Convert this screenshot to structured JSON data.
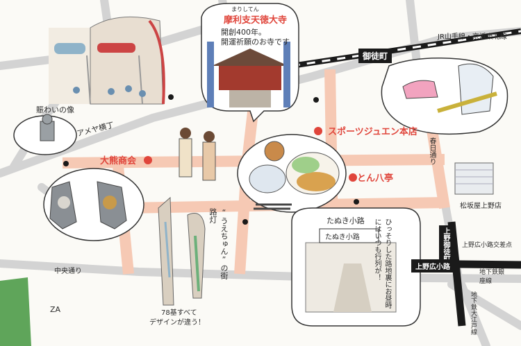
{
  "labels": {
    "temple_name": "摩利支天徳大寺",
    "temple_ruby": "まりしてん",
    "temple_desc1": "開創400年。",
    "temple_desc2": "開運祈願のお寺です",
    "jr_line": "JR山手線・京浜東北線",
    "okachimachi": "御徒町",
    "ameyoko": "アメヤ横丁",
    "statue": "賑わいの像",
    "daikumi": "大熊商会",
    "sports": "スポーツジュエン本店",
    "kasuga": "春日通り",
    "tonhachi": "とん八亭",
    "matsuzakaya": "松坂屋上野店",
    "tanuki": "たぬき小路",
    "tanuki_sign": "たぬき小路",
    "tanuki_desc": "ひっそりした路地裏にお昼時にはいつも行列が！",
    "uechun": "“うえちゅん”の街路灯",
    "lamp_note1": "78基すべて",
    "lamp_note2": "デザインが違う！",
    "chuo": "中央通り",
    "ueno_okachimachi": "上野御徒町",
    "ueno_hirokoji_crossing": "上野広小路交差点",
    "ueno_hirokoji": "上野広小路",
    "ginza_line": "地下鉄銀座線",
    "oedo_line": "地下鉄大江戸線",
    "signature": "ZA"
  },
  "colors": {
    "road": "#d3d3d3",
    "main_street": "#f6c9b4",
    "marker": "#e0453b",
    "rail": "#1a1a1a",
    "park": "#5fa55a"
  }
}
